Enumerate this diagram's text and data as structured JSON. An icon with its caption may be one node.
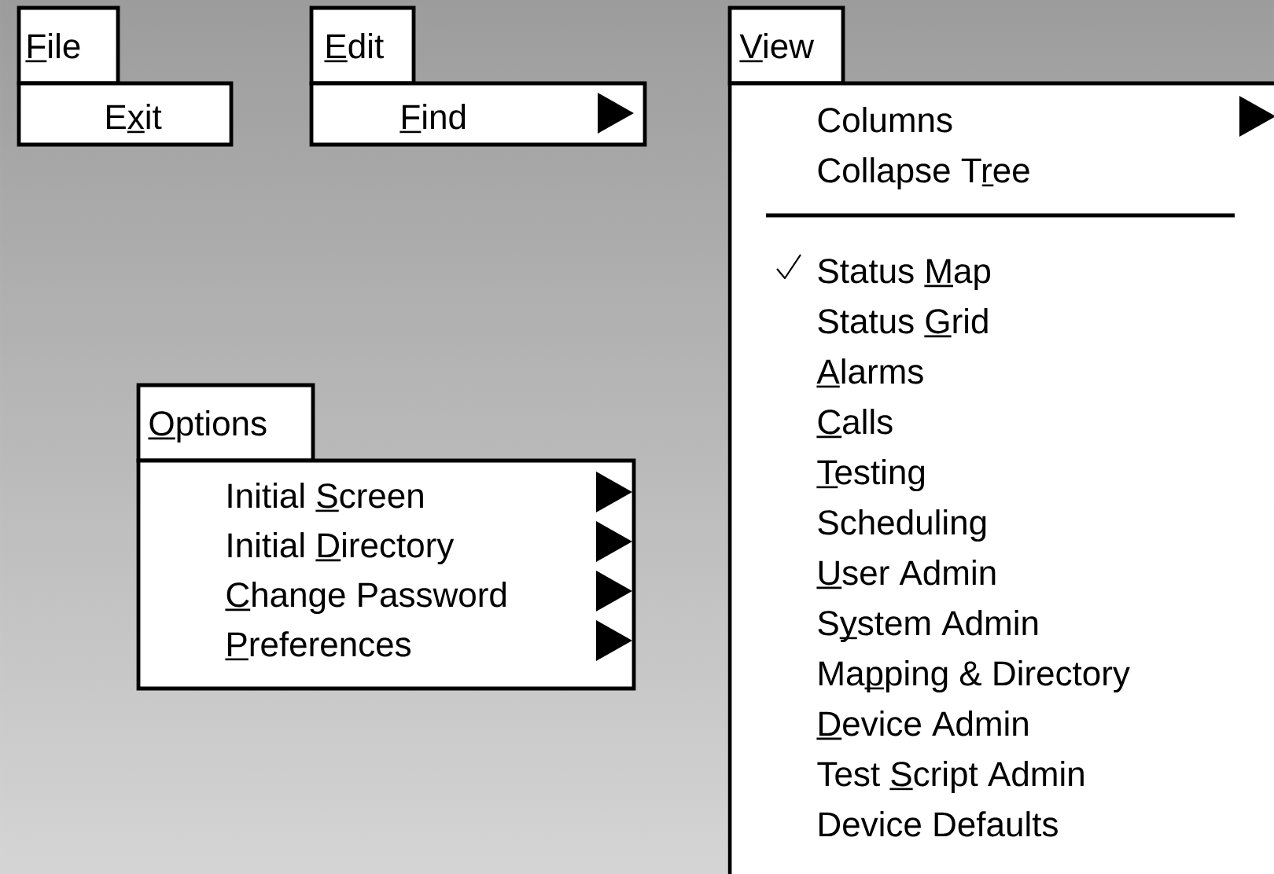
{
  "diagram": {
    "nodes": [
      {
        "text": [
          "File"
        ]
      },
      {
        "text": [
          "Exit"
        ]
      },
      {
        "text": [
          "Edit"
        ]
      },
      {
        "text": [
          "Find"
        ]
      },
      {
        "text": [
          "View"
        ]
      },
      {
        "text": [
          "Columns",
          "Collapse Tree",
          "Status Map",
          "Status Grid",
          "Alarms",
          "Calls",
          "Testing",
          "Scheduling",
          "User Admin",
          "System Admin",
          "Mapping & Directory",
          "Device Admin",
          "Test Script Admin",
          "Device Defaults"
        ]
      },
      {
        "text": [
          "Options"
        ]
      },
      {
        "text": [
          "Initial Screen",
          "Initial Directory",
          "Change Password",
          "Preferences"
        ]
      }
    ]
  }
}
